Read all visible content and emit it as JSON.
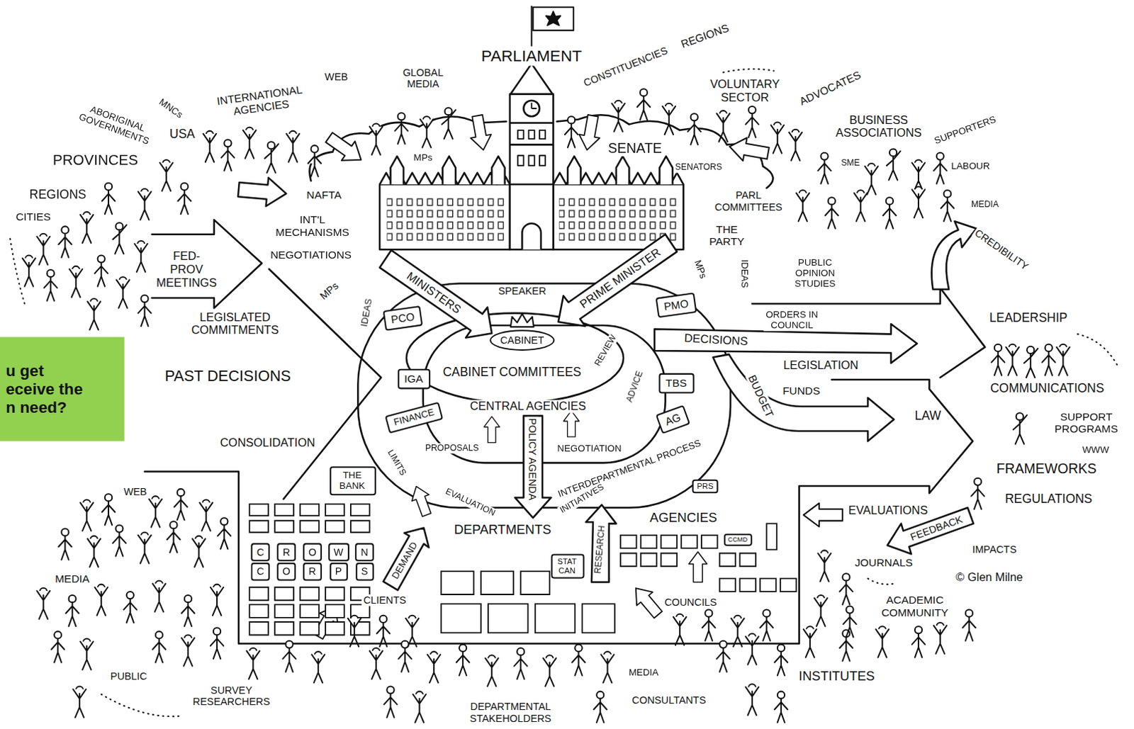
{
  "diagram": {
    "nodes": [
      {
        "text": [
          "u get eceive the n need?"
        ]
      },
      {
        "text": [
          "PCO"
        ]
      },
      {
        "text": [
          "IGA"
        ]
      },
      {
        "text": [
          "FINANCE"
        ]
      },
      {
        "text": [
          "CABINET"
        ]
      },
      {
        "text": [
          "PMO"
        ]
      },
      {
        "text": [
          "TBS"
        ]
      },
      {
        "text": [
          "AG"
        ]
      },
      {
        "text": [
          "PRS"
        ]
      },
      {
        "text": [
          "THE BANK"
        ]
      },
      {
        "text": [
          "C"
        ]
      },
      {
        "text": [
          "R"
        ]
      },
      {
        "text": [
          "O"
        ]
      },
      {
        "text": [
          "W"
        ]
      },
      {
        "text": [
          "N"
        ]
      },
      {
        "text": [
          "C"
        ]
      },
      {
        "text": [
          "O"
        ]
      },
      {
        "text": [
          "R"
        ]
      },
      {
        "text": [
          "P"
        ]
      },
      {
        "text": [
          "S"
        ]
      },
      {
        "text": [
          "STAT CAN"
        ]
      },
      {
        "text": [
          "CCMD"
        ]
      }
    ],
    "labels": [
      "PARLIAMENT",
      "WEB",
      "GLOBAL MEDIA",
      "CONSTITUENCIES",
      "REGIONS",
      "VOLUNTARY SECTOR",
      "ADVOCATES",
      "INTERNATIONAL AGENCIES",
      "MNCs",
      "ABORIGINAL GOVERNMENTS",
      "USA",
      "PROVINCES",
      "REGIONS",
      "CITIES",
      "NAFTA",
      "INT'L MECHANISMS",
      "NEGOTIATIONS",
      "FED- PROV MEETINGS",
      "MPs",
      "LEGISLATED COMMITMENTS",
      "PAST DECISIONS",
      "CONSOLIDATION",
      "MPs",
      "SENATE",
      "SENATORS",
      "BUSINESS ASSOCIATIONS",
      "SUPPORTERS",
      "SME",
      "LABOUR",
      "MEDIA",
      "PARL COMMITTEES",
      "THE PARTY",
      "MPs",
      "PUBLIC OPINION STUDIES",
      "IDEAS",
      "CREDIBILITY",
      "ORDERS IN COUNCIL",
      "LEADERSHIP",
      "MINISTERS",
      "SPEAKER",
      "PRIME MINISTER",
      "IDEAS",
      "CABINET COMMITTEES",
      "REVIEW",
      "DECISIONS",
      "LEGISLATION",
      "FUNDS",
      "BUDGET",
      "COMMUNICATIONS",
      "CENTRAL AGENCIES",
      "ADVICE",
      "LAW",
      "SUPPORT PROGRAMS",
      "WWW",
      "LIMITS",
      "PROPOSALS",
      "POLICY AGENDA",
      "NEGOTIATION",
      "INTERDEPARTMENTAL PROCESS",
      "FRAMEWORKS",
      "WEB",
      "EVALUATION",
      "INITIATIVES",
      "REGULATIONS",
      "EVALUATIONS",
      "DEPARTMENTS",
      "AGENCIES",
      "FEEDBACK",
      "DEMAND",
      "RESEARCH",
      "IMPACTS",
      "JOURNALS",
      "© Glen Milne",
      "MEDIA",
      "CLIENTS",
      "COUNCILS",
      "ACADEMIC COMMUNITY",
      "PUBLIC",
      "MEDIA",
      "INSTITUTES",
      "SURVEY RESEARCHERS",
      "CONSULTANTS",
      "DEPARTMENTAL STAKEHOLDERS"
    ]
  }
}
